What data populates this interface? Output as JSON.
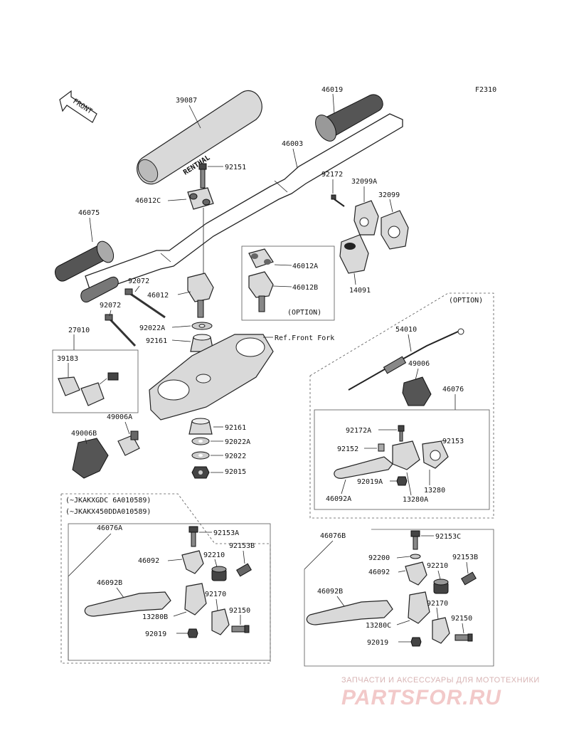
{
  "figure_code": "F2310",
  "front_arrow_text": "FRONT",
  "grip_brand_text": "RENTHAL",
  "option_label_1": "(OPTION)",
  "option_label_2": "(OPTION)",
  "ref_text": "Ref.Front Fork",
  "vin_line_1": "(~JKAKXGDC 6A010589)",
  "vin_line_2": "(~JKAKX450DDA010589)",
  "labels": {
    "p39087": "39087",
    "p46019": "46019",
    "p46003": "46003",
    "p92151": "92151",
    "p46012C": "46012C",
    "p46075": "46075",
    "p92172": "92172",
    "p32099A": "32099A",
    "p32099": "32099",
    "p46012A": "46012A",
    "p46012B": "46012B",
    "p14091": "14091",
    "p92072a": "92072",
    "p46012": "46012",
    "p92072b": "92072",
    "p27010": "27010",
    "p92022A_1": "92022A",
    "p92161_1": "92161",
    "p39183": "39183",
    "p49006A": "49006A",
    "p49006B": "49006B",
    "p92161_2": "92161",
    "p92022A_2": "92022A",
    "p92022": "92022",
    "p92015": "92015",
    "p54010": "54010",
    "p49006": "49006",
    "p46076": "46076",
    "p92172A": "92172A",
    "p92153": "92153",
    "p92152": "92152",
    "p92019A": "92019A",
    "p13280": "13280",
    "p46092A": "46092A",
    "p13280A": "13280A",
    "p46076A": "46076A",
    "p92153A": "92153A",
    "p46092_1": "46092",
    "p92210_1": "92210",
    "p92153B_1": "92153B",
    "p46092B_1": "46092B",
    "p92170_1": "92170",
    "p13280B": "13280B",
    "p92150_1": "92150",
    "p92019_1": "92019",
    "p46076B": "46076B",
    "p92153C": "92153C",
    "p92200": "92200",
    "p92153B_2": "92153B",
    "p46092_2": "46092",
    "p92210_2": "92210",
    "p46092B_2": "46092B",
    "p92170_2": "92170",
    "p13280C": "13280C",
    "p92150_2": "92150",
    "p92019_2": "92019"
  },
  "watermark": {
    "tagline": "ЗАПЧАСТИ И АКСЕССУАРЫ ДЛЯ МОТОТЕХНИКИ",
    "brand": "PARTSFOR.RU"
  }
}
